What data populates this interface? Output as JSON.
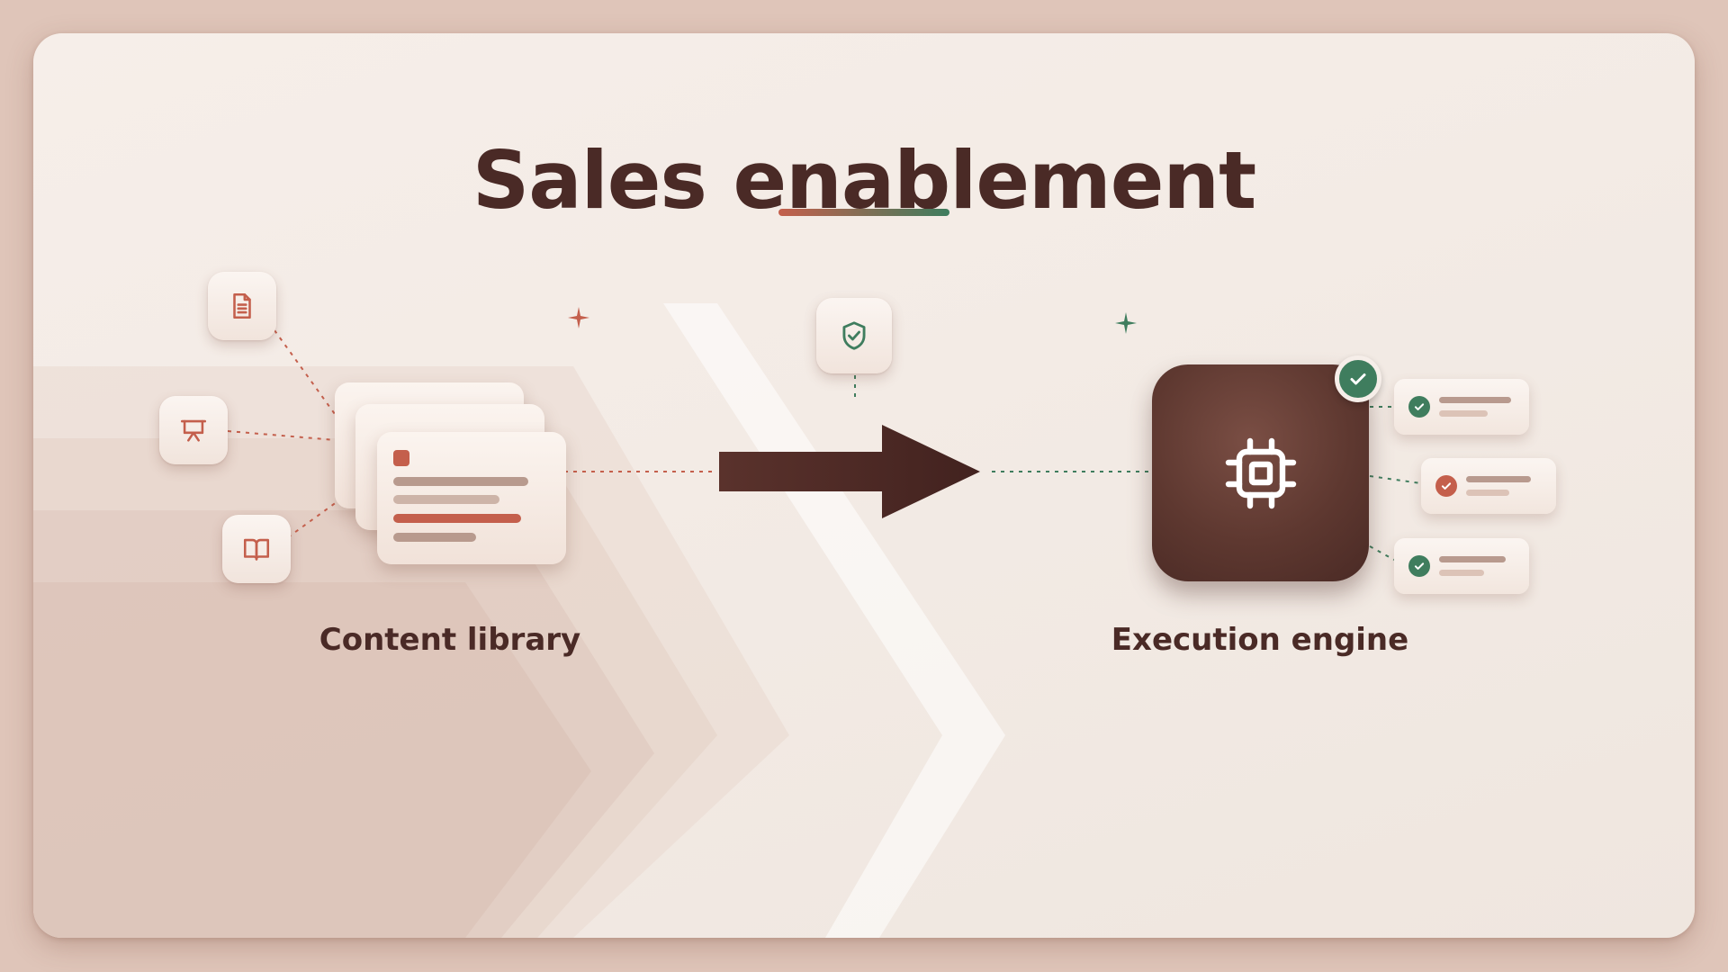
{
  "slide": {
    "title": "Sales enablement",
    "left_label": "Content library",
    "right_label": "Execution engine"
  },
  "icons": {
    "source_tiles": [
      "document-icon",
      "presentation-icon",
      "book-icon"
    ],
    "middle_tile": "shield-check-icon",
    "engine": "cpu-chip-icon",
    "engine_badge": "check-icon",
    "arrow": "arrow-right-icon"
  },
  "tasks": [
    {
      "status": "done",
      "icon": "check-icon"
    },
    {
      "status": "flagged",
      "icon": "check-icon"
    },
    {
      "status": "done",
      "icon": "check-icon"
    }
  ],
  "colors": {
    "title": "#4a2a26",
    "accent_red": "#c45f4c",
    "accent_green": "#3f7d5e",
    "engine": "#5e3830",
    "arrow": "#4d2925"
  }
}
